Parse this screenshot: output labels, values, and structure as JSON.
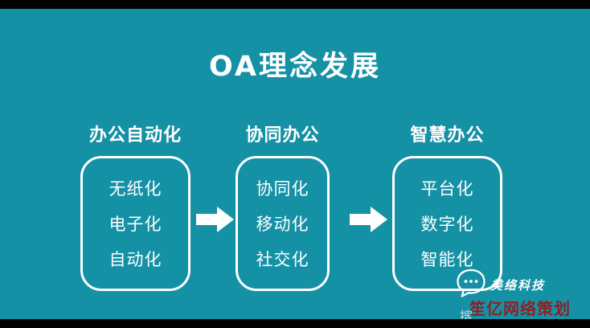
{
  "title": "OA理念发展",
  "columns": [
    {
      "header": "办公自动化",
      "items": [
        "无纸化",
        "电子化",
        "自动化"
      ]
    },
    {
      "header": "协同办公",
      "items": [
        "协同化",
        "移动化",
        "社交化"
      ]
    },
    {
      "header": "智慧办公",
      "items": [
        "平台化",
        "数字化",
        "智能化"
      ]
    }
  ],
  "footer": {
    "brand": "美络科技",
    "watermark": "笙亿网络策划",
    "partial_watermark": "搜"
  },
  "colors": {
    "background": "#1591a6",
    "text": "#ffffff",
    "watermark_red": "#8f2023",
    "letterbox": "#000000"
  }
}
